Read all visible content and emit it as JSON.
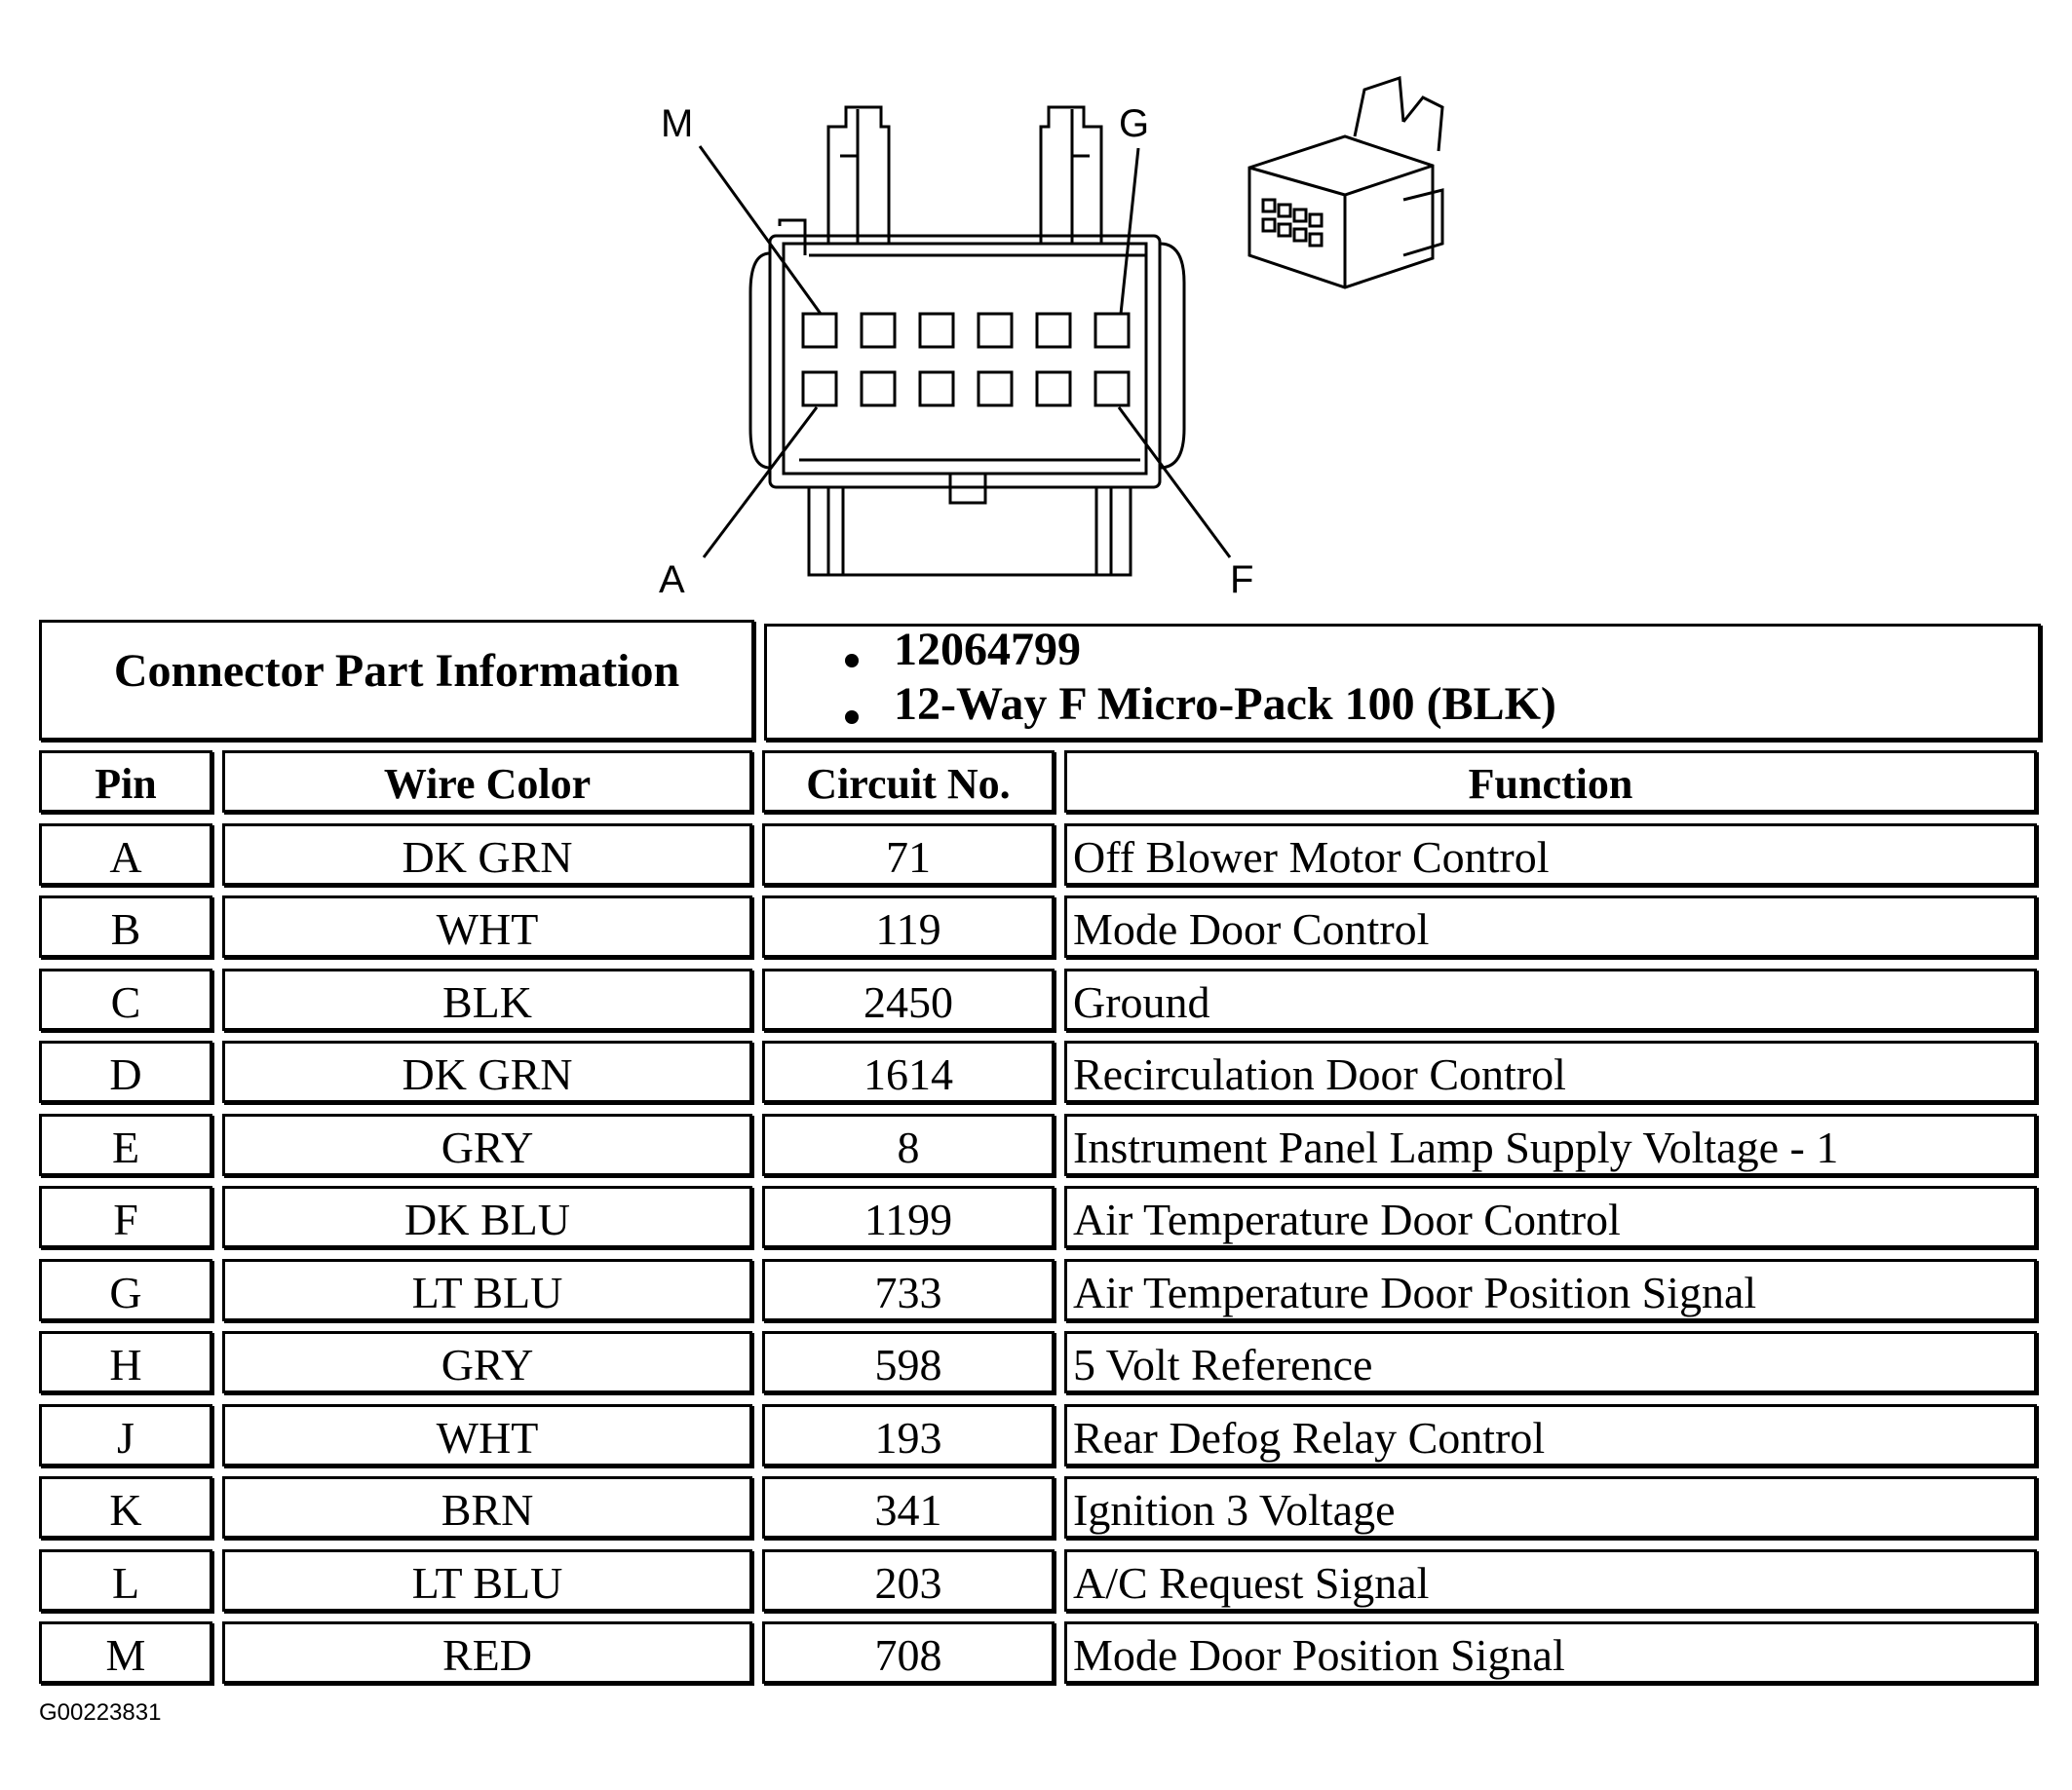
{
  "diagram": {
    "pin_callouts": [
      "M",
      "G",
      "A",
      "F"
    ]
  },
  "connector_info": {
    "title": "Connector Part Information",
    "part_number": "12064799",
    "description": "12-Way F Micro-Pack 100 (BLK)"
  },
  "table": {
    "headers": [
      "Pin",
      "Wire Color",
      "Circuit No.",
      "Function"
    ],
    "rows": [
      {
        "pin": "A",
        "wire_color": "DK GRN",
        "circuit": "71",
        "function": "Off Blower Motor Control"
      },
      {
        "pin": "B",
        "wire_color": "WHT",
        "circuit": "119",
        "function": "Mode Door Control"
      },
      {
        "pin": "C",
        "wire_color": "BLK",
        "circuit": "2450",
        "function": "Ground"
      },
      {
        "pin": "D",
        "wire_color": "DK GRN",
        "circuit": "1614",
        "function": "Recirculation Door Control"
      },
      {
        "pin": "E",
        "wire_color": "GRY",
        "circuit": "8",
        "function": "Instrument Panel Lamp Supply Voltage - 1"
      },
      {
        "pin": "F",
        "wire_color": "DK BLU",
        "circuit": "1199",
        "function": "Air Temperature Door Control"
      },
      {
        "pin": "G",
        "wire_color": "LT BLU",
        "circuit": "733",
        "function": "Air Temperature Door Position Signal"
      },
      {
        "pin": "H",
        "wire_color": "GRY",
        "circuit": "598",
        "function": "5 Volt Reference"
      },
      {
        "pin": "J",
        "wire_color": "WHT",
        "circuit": "193",
        "function": "Rear Defog Relay Control"
      },
      {
        "pin": "K",
        "wire_color": "BRN",
        "circuit": "341",
        "function": "Ignition 3 Voltage"
      },
      {
        "pin": "L",
        "wire_color": "LT BLU",
        "circuit": "203",
        "function": "A/C Request Signal"
      },
      {
        "pin": "M",
        "wire_color": "RED",
        "circuit": "708",
        "function": "Mode Door Position Signal"
      }
    ]
  },
  "footer": {
    "doc_id": "G00223831"
  }
}
